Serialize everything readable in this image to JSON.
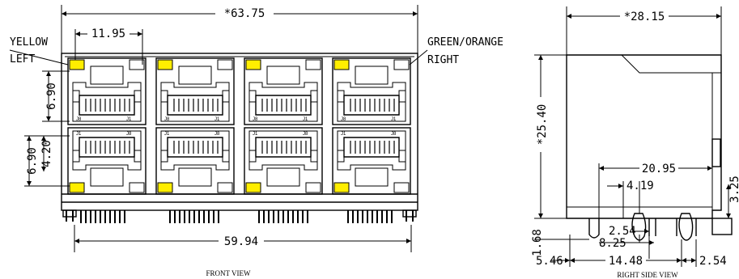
{
  "front": {
    "dim_width": "*63.75",
    "dim_pitch": "11.95",
    "dim_upper": "6.90",
    "dim_lower_a": "6.90",
    "dim_lower_b": "4.20",
    "dim_bottom": "59.94",
    "label_left_1": "YELLOW",
    "label_left_2": "LEFT",
    "label_right_1": "GREEN/ORANGE",
    "label_right_2": "RIGHT",
    "pin_j8": "J8",
    "pin_j1": "J1",
    "caption": "FRONT VIEW",
    "led_yellow": "#ffee00"
  },
  "side": {
    "dim_width": "*28.15",
    "dim_height": "*25.40",
    "dim_a": "20.95",
    "dim_b": "4.19",
    "dim_c": "3.25",
    "dim_d": "2.54",
    "dim_e": "8.25",
    "dim_f": "1.68",
    "dim_g": "5.46",
    "dim_h": "14.48",
    "dim_i": "2.54",
    "caption": "RIGHT SIDE VIEW"
  }
}
